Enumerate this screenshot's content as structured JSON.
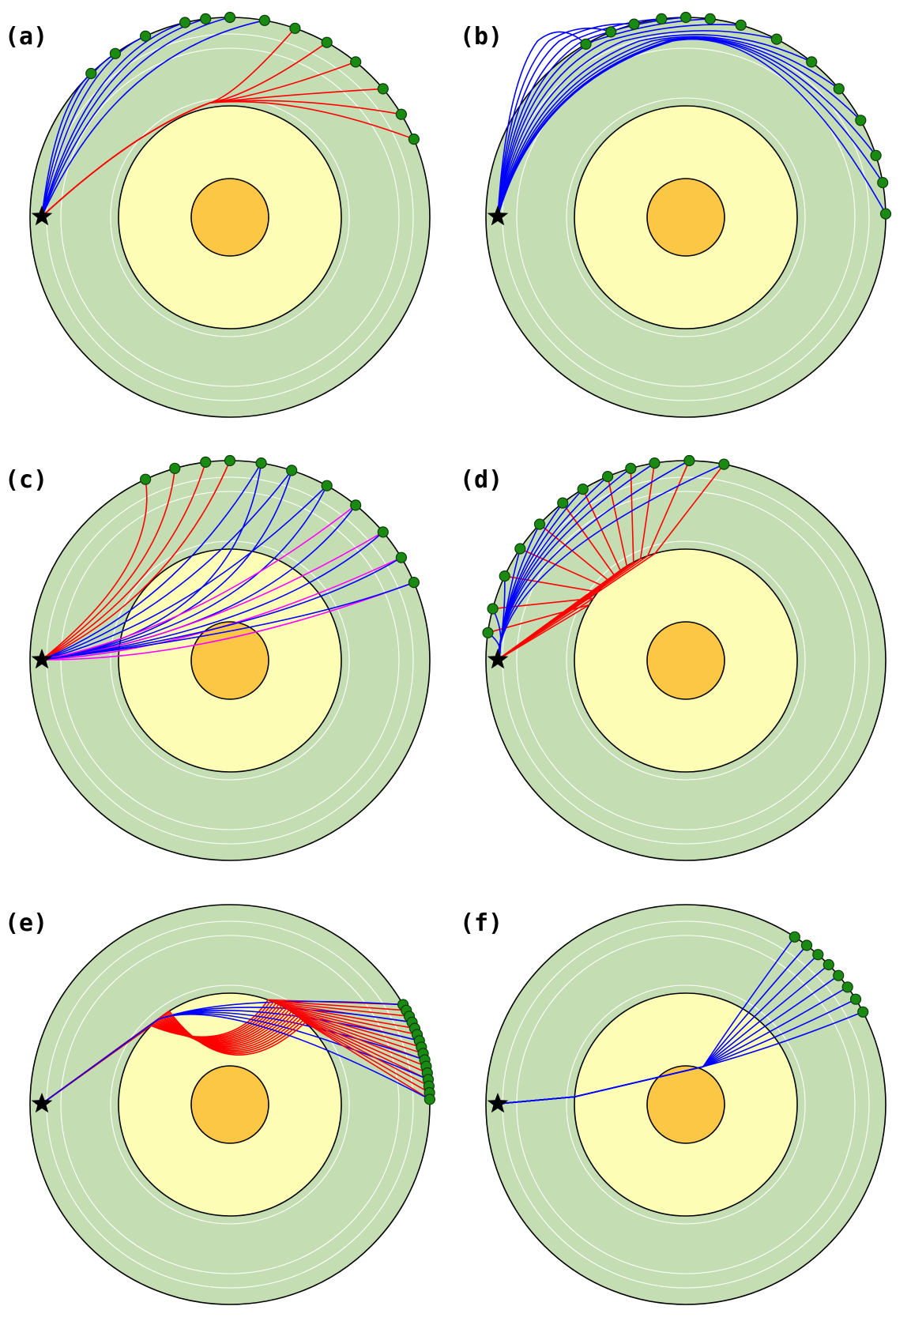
{
  "colors": {
    "mantle": "#c5ddb3",
    "outer_core": "#fefdb5",
    "inner_core": "#fdc746",
    "station": "#1a8a12",
    "source": "#000000",
    "ray_blue": "#0000ff",
    "ray_red": "#ff0000",
    "ray_magenta": "#ff00ff",
    "outline": "#000000",
    "sub_ring": "#ffffff"
  },
  "icons": {
    "source": "star-icon",
    "station": "green-circle-icon"
  },
  "panels": [
    {
      "label": "(a)"
    },
    {
      "label": "(b)"
    },
    {
      "label": "(c)"
    },
    {
      "label": "(d)"
    },
    {
      "label": "(e)"
    },
    {
      "label": "(f)"
    }
  ]
}
